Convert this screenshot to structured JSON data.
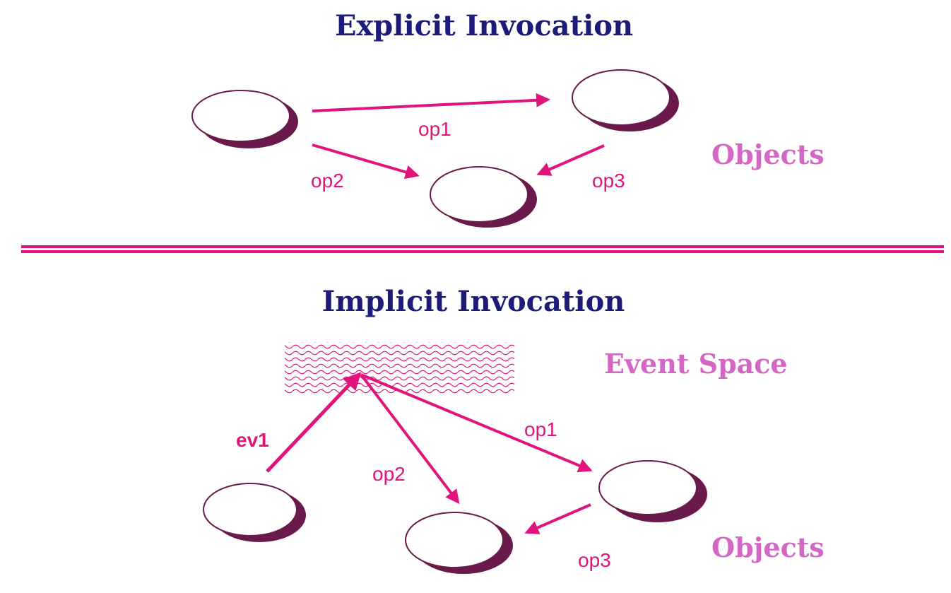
{
  "colors": {
    "title": "#1c1c78",
    "accent": "#e0147a",
    "label": "#d466c4",
    "shadow": "#6a1a4a",
    "background": "#ffffff"
  },
  "explicit": {
    "title": "Explicit Invocation",
    "objects_label": "Objects",
    "edges": {
      "op1": "op1",
      "op2": "op2",
      "op3": "op3"
    }
  },
  "implicit": {
    "title": "Implicit Invocation",
    "event_space_label": "Event Space",
    "objects_label": "Objects",
    "edges": {
      "ev1": "ev1",
      "op1": "op1",
      "op2": "op2",
      "op3": "op3"
    }
  }
}
